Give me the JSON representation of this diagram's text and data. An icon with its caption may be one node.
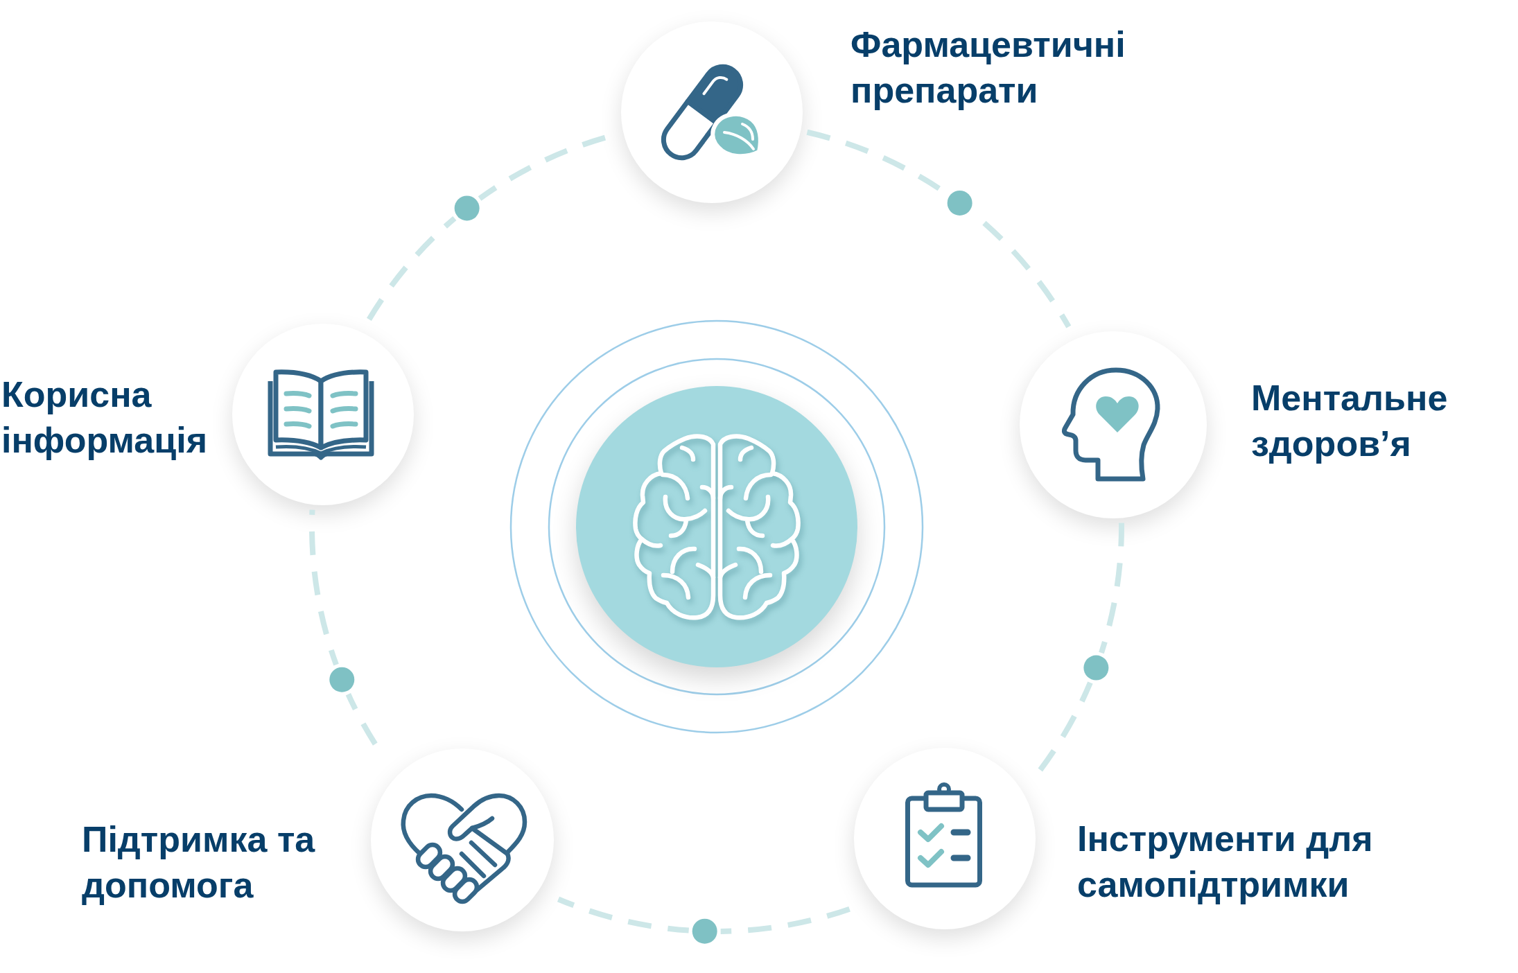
{
  "diagram": {
    "nodes": [
      {
        "text": [
          "Фармацевтичні препарати"
        ]
      },
      {
        "text": [
          "Корисна інформація"
        ]
      },
      {
        "text": [
          "Ментальне здоров’я"
        ]
      },
      {
        "text": [],
        "shape": "circle"
      },
      {
        "text": [
          "Підтримка та допомога"
        ]
      },
      {
        "text": [
          "Інструменти для самопідтримки"
        ]
      }
    ],
    "edges": [
      {
        "from": 0,
        "to": 2,
        "arrow": "none",
        "style": "dashed"
      },
      {
        "from": 2,
        "to": 5,
        "arrow": "none",
        "style": "dashed"
      },
      {
        "from": 5,
        "to": 4,
        "arrow": "none",
        "style": "dashed"
      },
      {
        "from": 4,
        "to": 1,
        "arrow": "none",
        "style": "dashed"
      },
      {
        "from": 1,
        "to": 0,
        "arrow": "none",
        "style": "dashed"
      }
    ]
  }
}
